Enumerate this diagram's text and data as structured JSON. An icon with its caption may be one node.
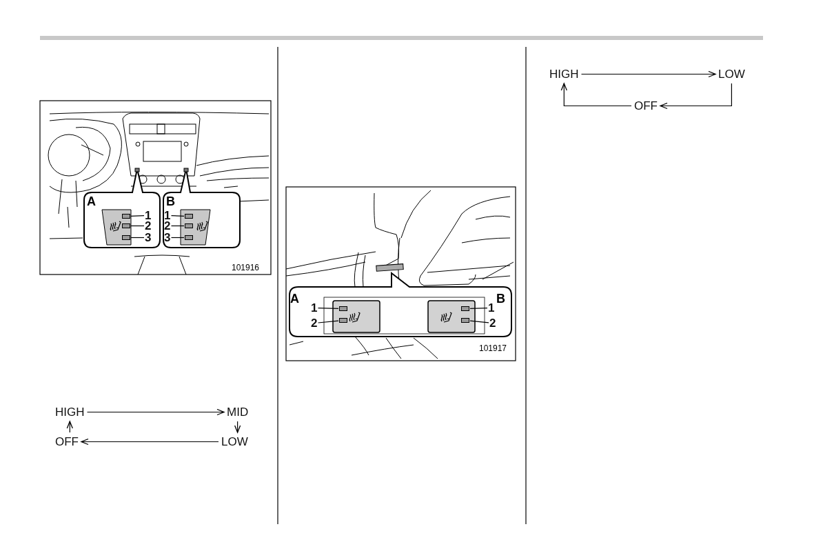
{
  "diagram": {
    "nodes": [
      {
        "text": [
          "1"
        ]
      },
      {
        "text": [
          "2"
        ]
      },
      {
        "text": [
          "3"
        ]
      },
      {
        "text": [],
        "shape": "box"
      },
      {
        "text": [],
        "shape": "box"
      },
      {
        "text": [],
        "shape": "box"
      },
      {
        "text": [
          "1"
        ]
      },
      {
        "text": [
          "2"
        ]
      },
      {
        "text": [
          "3"
        ]
      },
      {
        "text": [],
        "shape": "box"
      },
      {
        "text": [],
        "shape": "box"
      },
      {
        "text": [],
        "shape": "box"
      },
      {
        "text": [
          "1"
        ]
      },
      {
        "text": [
          "2"
        ]
      },
      {
        "text": [],
        "shape": "box"
      },
      {
        "text": [],
        "shape": "box"
      },
      {
        "text": [],
        "shape": "box"
      },
      {
        "text": [],
        "shape": "box"
      },
      {
        "text": [
          "1"
        ]
      },
      {
        "text": [
          "2"
        ]
      },
      {
        "text": [
          "HIGH"
        ]
      },
      {
        "text": [
          "MID"
        ]
      },
      {
        "text": [
          "OFF"
        ]
      },
      {
        "text": [
          "LOW"
        ]
      },
      {
        "text": [
          "HIGH"
        ]
      },
      {
        "text": [
          "LOW"
        ]
      },
      {
        "text": [
          "OFF"
        ]
      }
    ],
    "edges": [
      {
        "from": 0,
        "to": 3,
        "arrow": "none"
      },
      {
        "from": 1,
        "to": 4,
        "arrow": "none"
      },
      {
        "from": 2,
        "to": 5,
        "arrow": "none"
      },
      {
        "from": 6,
        "to": 9,
        "arrow": "none"
      },
      {
        "from": 7,
        "to": 10,
        "arrow": "none"
      },
      {
        "from": 8,
        "to": 11,
        "arrow": "none"
      },
      {
        "from": 12,
        "to": 14,
        "arrow": "none"
      },
      {
        "from": 13,
        "to": 15,
        "arrow": "none"
      },
      {
        "from": 18,
        "to": 16,
        "arrow": "none"
      },
      {
        "from": 19,
        "to": 17,
        "arrow": "none"
      },
      {
        "from": 20,
        "to": 21,
        "arrow": "to"
      },
      {
        "from": 21,
        "to": 23,
        "arrow": "to"
      },
      {
        "from": 23,
        "to": 22,
        "arrow": "to"
      },
      {
        "from": 22,
        "to": 20,
        "arrow": "to"
      },
      {
        "from": 24,
        "to": 25,
        "arrow": "to"
      },
      {
        "from": 25,
        "to": 26,
        "arrow": "to"
      },
      {
        "from": 26,
        "to": 24,
        "arrow": "to"
      }
    ],
    "labels": [
      "A",
      "B",
      "101916",
      "A",
      "B",
      "101917"
    ]
  }
}
